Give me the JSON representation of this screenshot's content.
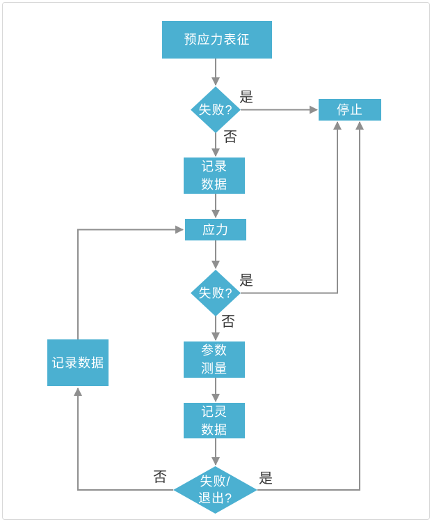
{
  "colors": {
    "node_fill": "#4BB0D1",
    "node_text": "#FFFFFF",
    "connector": "#8F8F8F",
    "label_text": "#383838",
    "canvas_border": "#D8D8D8",
    "background": "#FFFFFF"
  },
  "diagram": {
    "type": "flowchart",
    "nodes": {
      "prestress": {
        "label": "预应力表征",
        "shape": "process"
      },
      "decision_fail_1": {
        "label": "失败?",
        "shape": "decision"
      },
      "stop": {
        "label": "停止",
        "shape": "process"
      },
      "record_data_1": {
        "line1": "记录",
        "line2": "数据",
        "shape": "process"
      },
      "stress": {
        "label": "应力",
        "shape": "process"
      },
      "decision_fail_2": {
        "label": "失败?",
        "shape": "decision"
      },
      "parameter_measurement": {
        "line1": "参数",
        "line2": "测量",
        "shape": "process"
      },
      "record_data_2": {
        "line1": "记灵",
        "line2": "数据",
        "shape": "process"
      },
      "decision_fail_exit": {
        "line1": "失败/",
        "line2": "退出?",
        "shape": "decision"
      },
      "record_data_left": {
        "label": "记录数据",
        "shape": "process"
      }
    },
    "edge_labels": {
      "fail1_yes": "是",
      "fail1_no": "否",
      "fail2_yes": "是",
      "fail2_no": "否",
      "fail_exit_yes": "是",
      "fail_exit_no": "否"
    },
    "edges": [
      "prestress -> decision_fail_1",
      "decision_fail_1 -是-> stop",
      "decision_fail_1 -否-> record_data_1",
      "record_data_1 -> stress",
      "stress -> decision_fail_2",
      "decision_fail_2 -是-> stop",
      "decision_fail_2 -否-> parameter_measurement",
      "parameter_measurement -> record_data_2",
      "record_data_2 -> decision_fail_exit",
      "decision_fail_exit -是-> stop",
      "decision_fail_exit -否-> record_data_left",
      "record_data_left -> stress"
    ]
  }
}
